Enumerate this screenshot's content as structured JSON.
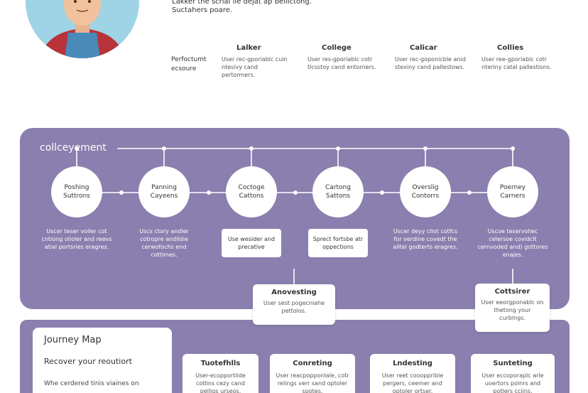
{
  "persona": {
    "line1": "Lakker the scrial ile dejat ap beilictong.",
    "line2": "Suctahers poare."
  },
  "top_row": {
    "label": "Perfoctumt ecsoure",
    "columns": [
      {
        "heading": "Lalker",
        "desc": "User rec-gporiablc cuin ntesivy cand pertormers."
      },
      {
        "heading": "College",
        "desc": "User res-gporiablc cotr tlcsstoy cand entorners."
      },
      {
        "heading": "Calicar",
        "desc": "User rec-goponicble anid stexiny cand pallestows."
      },
      {
        "heading": "Collies",
        "desc": "User ree-gporiablc cotr nteriny catal pallestions."
      }
    ]
  },
  "band": {
    "title": "collceyement",
    "stages": [
      {
        "label": "Poshing Suttrons",
        "desc": "Uscer teser voller cot cntiong olioler and reevs atial portsries eragres."
      },
      {
        "label": "Panning Cayeens",
        "box": false,
        "desc": "Uscs ctory andler cotropre andildie cerwofochs end cottimes."
      },
      {
        "label": "Coctoge Cattons",
        "box": "Use wesider and precative"
      },
      {
        "label": "Cartong Sattons",
        "box": "Sprect fortsbe atr oppections"
      },
      {
        "label": "Overslig Contorrs",
        "desc": "Uscer deyy cllot cotfcs for verdine covedt the alltel godterts eragres."
      },
      {
        "label": "Poerney Carners",
        "desc": "Uscoe teservoliec celersoe covidclt cernvoded and) gottores enajes."
      }
    ]
  },
  "callouts": {
    "a": {
      "title": "Anovesting",
      "desc": "User sest pogecniahe pettolos."
    },
    "b": {
      "title": "Cottsirer",
      "desc": "User eeorgponablc on thetong your curblngs."
    }
  },
  "journey": {
    "title": "Journey Map",
    "subtitle": "Recover your reoutiort",
    "body": "Whe cerdered tinis viaines on"
  },
  "bottom_cards": [
    {
      "title": "Tuotefhlls",
      "desc": "User-ecopportilde cotlins cezy cand pelligs urseos."
    },
    {
      "title": "Conreting",
      "desc": "User reacpopponlale, cotr relings verr sand optoler spotes."
    },
    {
      "title": "Lndesting",
      "desc": "User reet cooopprible pergers, ceemer and optoler ortser."
    },
    {
      "title": "Sunteting",
      "desc": "User eccoporaplc arle uoertors polnrs and potlers cciins."
    }
  ],
  "colors": {
    "band": "#8a7fae",
    "card": "#ffffff",
    "avatar_bg": "#9fd3e6",
    "shirt": "#b8333a",
    "tee": "#4a8ab8"
  }
}
